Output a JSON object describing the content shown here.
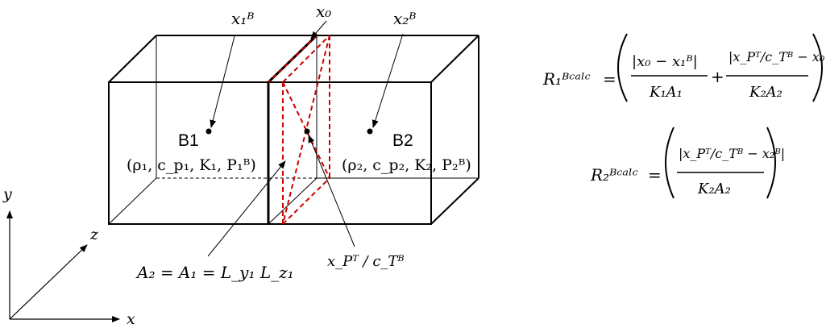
{
  "diagram": {
    "blocks": [
      {
        "name": "B1",
        "props": "(ρ₁, c_p₁, K₁, P₁ᴮ)"
      },
      {
        "name": "B2",
        "props": "(ρ₂, c_p₂, K₂, P₂ᴮ)"
      }
    ],
    "labels": {
      "x1B": "x₁ᴮ",
      "x0": "x₀",
      "x2B": "x₂ᴮ",
      "xPT": "x_Pᵀ / c_Tᴮ",
      "area": "A₂ = A₁ = L_y₁ L_z₁"
    },
    "axes": {
      "x": "x",
      "y": "y",
      "z": "z"
    },
    "colors": {
      "lines": "#000000",
      "dashed_red": "#cc0000"
    }
  },
  "equations": {
    "r1": {
      "lhs": "R₁ᴮᶜᵃˡᶜ",
      "term1_num": "|x₀ − x₁ᴮ|",
      "term1_den": "K₁A₁",
      "term2_num": "|x_Pᵀ/c_Tᴮ − x₀|",
      "term2_den": "K₂A₂"
    },
    "r2": {
      "lhs": "R₂ᴮᶜᵃˡᶜ",
      "num": "|x_Pᵀ/c_Tᴮ − x₂ᴮ|",
      "den": "K₂A₂"
    }
  }
}
